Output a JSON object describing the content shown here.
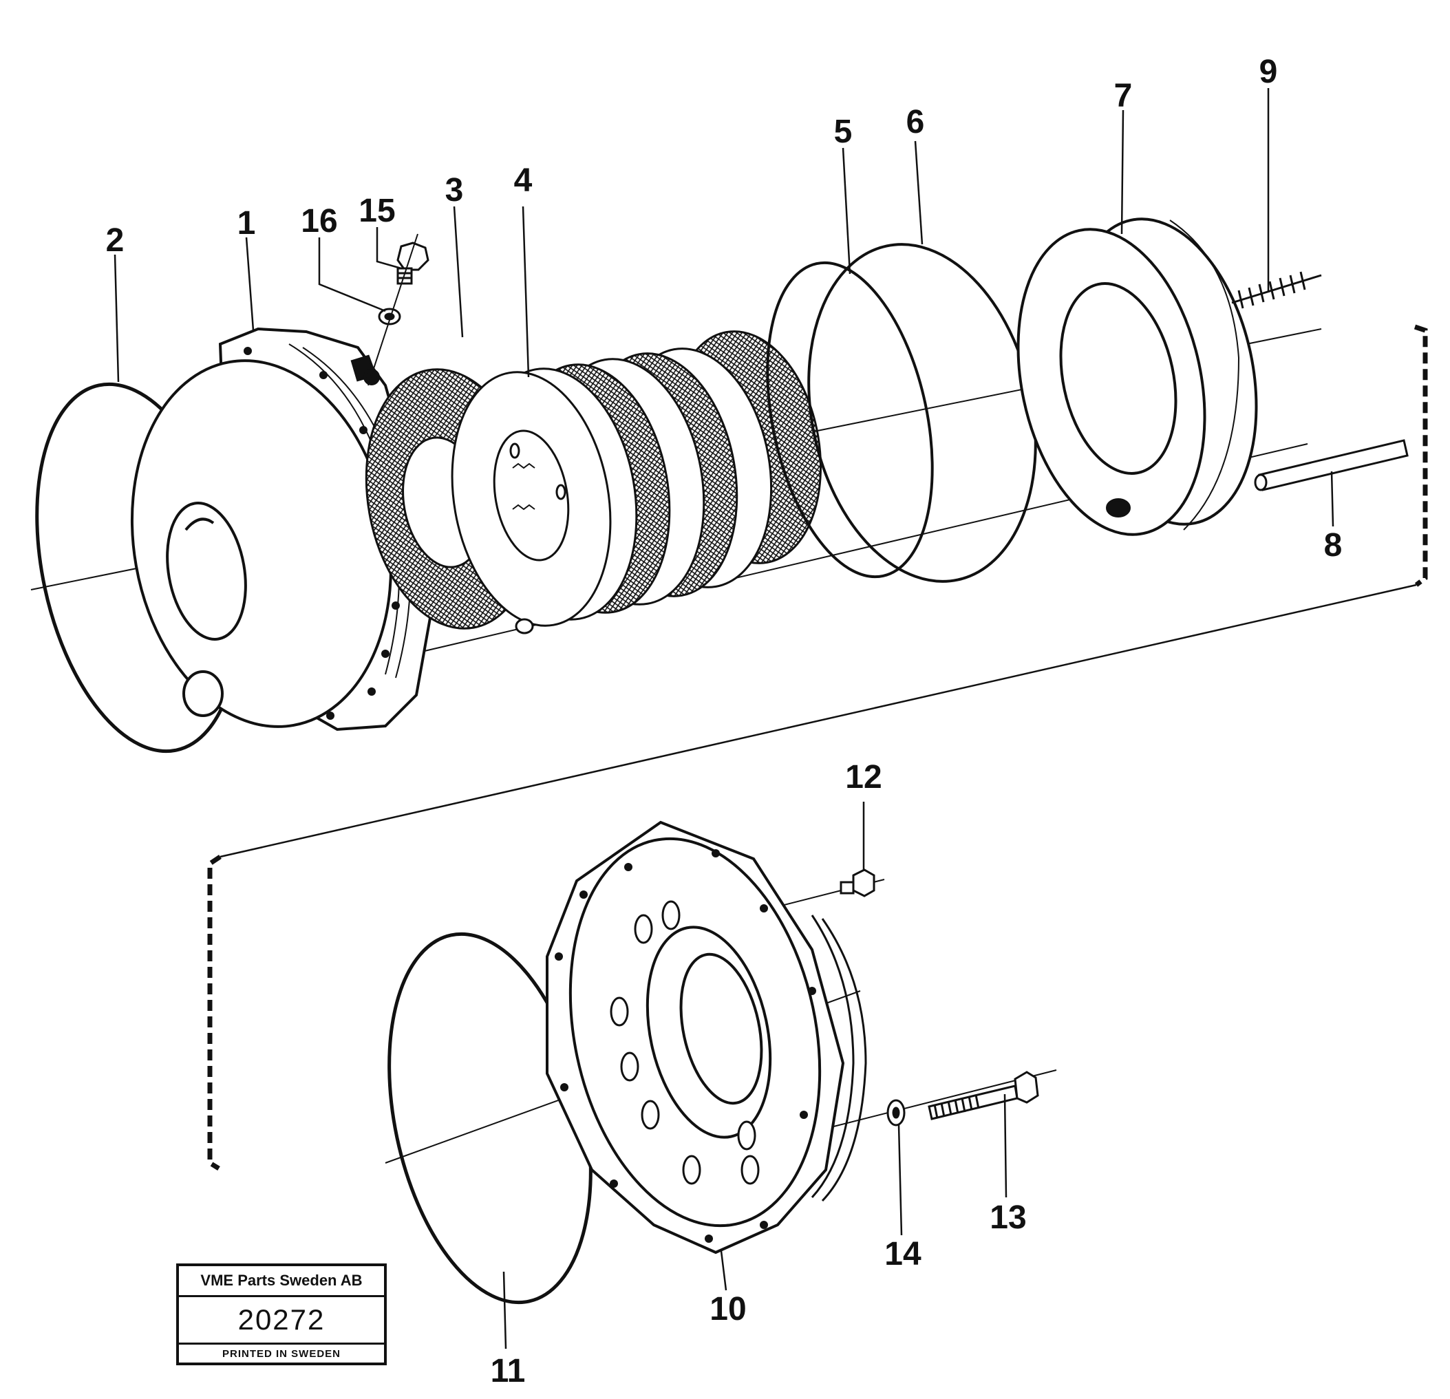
{
  "callouts": {
    "c1": "1",
    "c2": "2",
    "c3": "3",
    "c4": "4",
    "c5": "5",
    "c6": "6",
    "c7": "7",
    "c8": "8",
    "c9": "9",
    "c10": "10",
    "c11": "11",
    "c12": "12",
    "c13": "13",
    "c14": "14",
    "c15": "15",
    "c16": "16"
  },
  "stamp": {
    "company": "VME Parts Sweden AB",
    "number": "20272",
    "printed": "PRINTED IN SWEDEN"
  }
}
